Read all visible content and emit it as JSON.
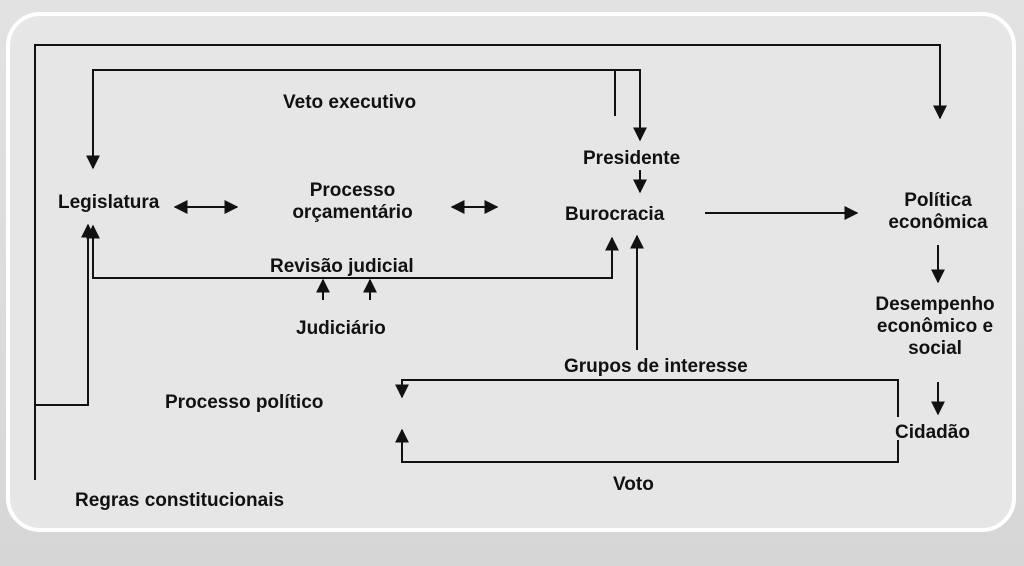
{
  "diagram": {
    "nodes": {
      "legislatura": "Legislatura",
      "presidente": "Presidente",
      "burocracia": "Burocracia",
      "politica_economica": "Política econômica",
      "desempenho": "Desempenho econômico e social",
      "cidadao": "Cidadão"
    },
    "edges": {
      "veto_executivo": "Veto executivo",
      "processo_orcamentario": "Processo orçamentário",
      "revisao_judicial": "Revisão judicial",
      "judiciario": "Judiciário",
      "grupos_interesse": "Grupos de interesse",
      "processo_politico": "Processo político",
      "regras_constitucionais": "Regras constitucionais",
      "voto": "Voto"
    }
  }
}
